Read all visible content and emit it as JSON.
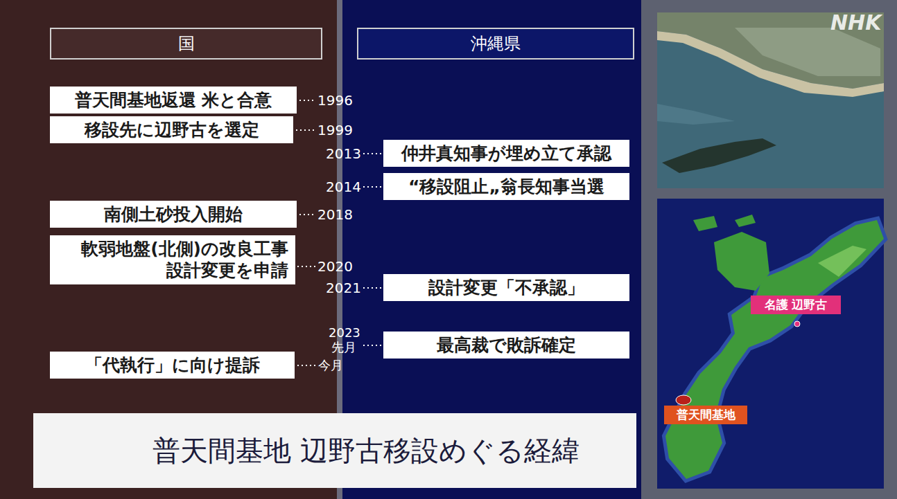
{
  "diagram": {
    "title": "普天間基地 辺野古移設めぐる経緯",
    "nodes": [
      {
        "text": [
          "国"
        ]
      },
      {
        "text": [
          "沖縄県"
        ]
      },
      {
        "text": [
          "普天間基地返還 米と合意"
        ]
      },
      {
        "text": [
          "移設先に辺野古を選定"
        ]
      },
      {
        "text": [
          "仲井真知事が埋め立て承認"
        ]
      },
      {
        "text": [
          "“移設阻止„翁長知事当選"
        ]
      },
      {
        "text": [
          "南側土砂投入開始"
        ]
      },
      {
        "text": [
          "軟弱地盤(北側)の改良工事 設計変更を申請"
        ]
      },
      {
        "text": [
          "設計変更「不承認」"
        ]
      },
      {
        "text": [
          "最高裁で敗訴確定"
        ]
      },
      {
        "text": [
          "「代執行」に向け提訴"
        ]
      },
      {
        "text": [
          "名護 辺野古"
        ]
      },
      {
        "text": [
          "普天間基地"
        ]
      }
    ],
    "labels": [
      "NHK",
      "1996",
      "1999",
      "2013",
      "2014",
      "2018",
      "2020",
      "2021",
      "2023",
      "先月",
      "今月"
    ]
  }
}
